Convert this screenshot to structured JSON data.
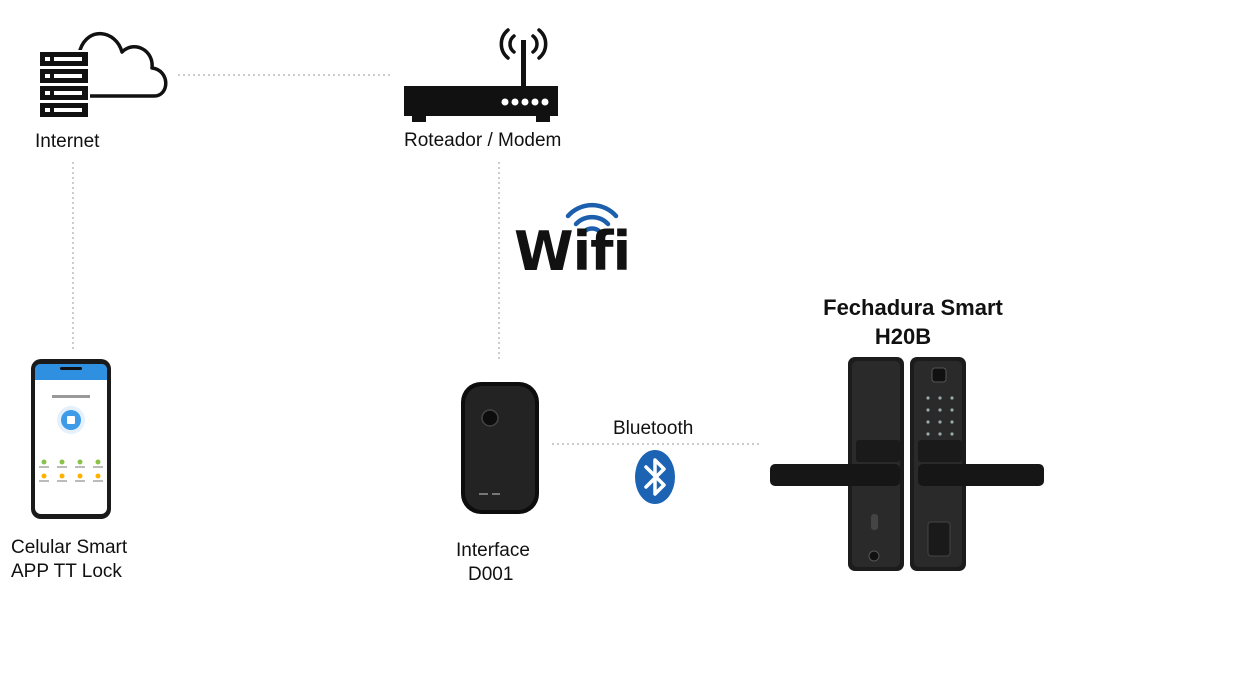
{
  "nodes": {
    "internet": {
      "label": "Internet"
    },
    "router": {
      "label": "Roteador / Modem"
    },
    "wifi": {
      "logo_text": "Wifi"
    },
    "phone": {
      "line1": "Celular Smart",
      "line2": "APP TT Lock"
    },
    "interface": {
      "line1": "Interface",
      "line2": "D001"
    },
    "lock": {
      "title_line1": "Fechadura Smart",
      "title_line2": "H20B"
    }
  },
  "links": {
    "bluetooth_label": "Bluetooth"
  },
  "colors": {
    "wifi_blue": "#1b5fad",
    "bluetooth_blue": "#1d63b4",
    "line_gray": "#bbbbbb",
    "device_black": "#1a1a1a",
    "app_blue": "#2f8fe0"
  }
}
